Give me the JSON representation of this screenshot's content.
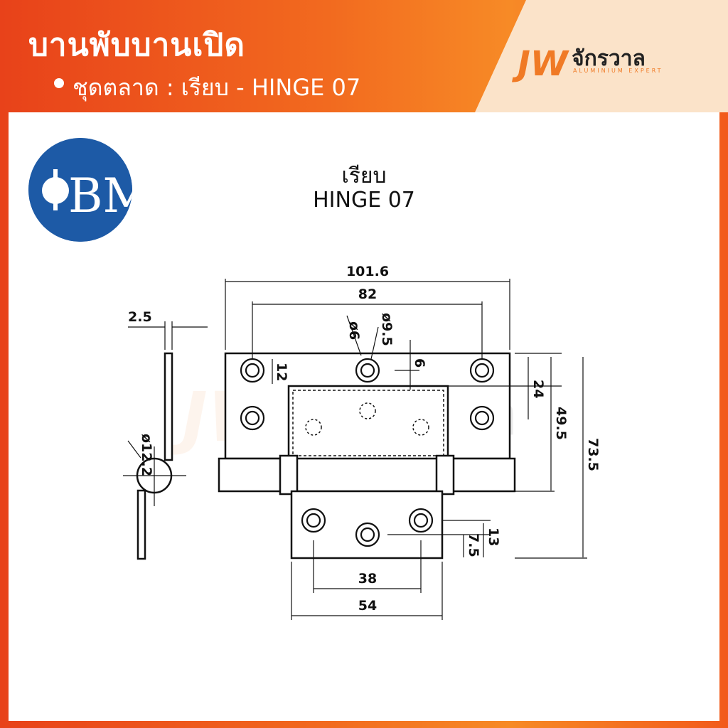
{
  "header": {
    "title": "บานพับบานเปิด",
    "subtitle": "ชุดตลาด : เรียบ - HINGE 07"
  },
  "brand": {
    "mark": "JW",
    "name": "จักรวาล",
    "tagline": "ALUMINIUM EXPERT",
    "accent_color": "#f26a1f"
  },
  "maker_logo": {
    "text": "BM",
    "color": "#1d5aa6"
  },
  "product": {
    "name_th": "เรียบ",
    "name_en": "HINGE 07"
  },
  "dimensions": {
    "overall_width": "101.6",
    "hole_span_top": "82",
    "thickness": "2.5",
    "hole_small": "ø6",
    "hole_large": "ø9.5",
    "top_hole_offset": "6",
    "hole_row_offset": "12",
    "knuckle_dia": "ø12.2",
    "upper_leaf_height": "24",
    "upper_to_knuckle": "49.5",
    "overall_height": "73.5",
    "lower_hole_row": "13",
    "lower_hole_offset": "7.5",
    "lower_hole_span": "38",
    "lower_leaf_width": "54"
  }
}
